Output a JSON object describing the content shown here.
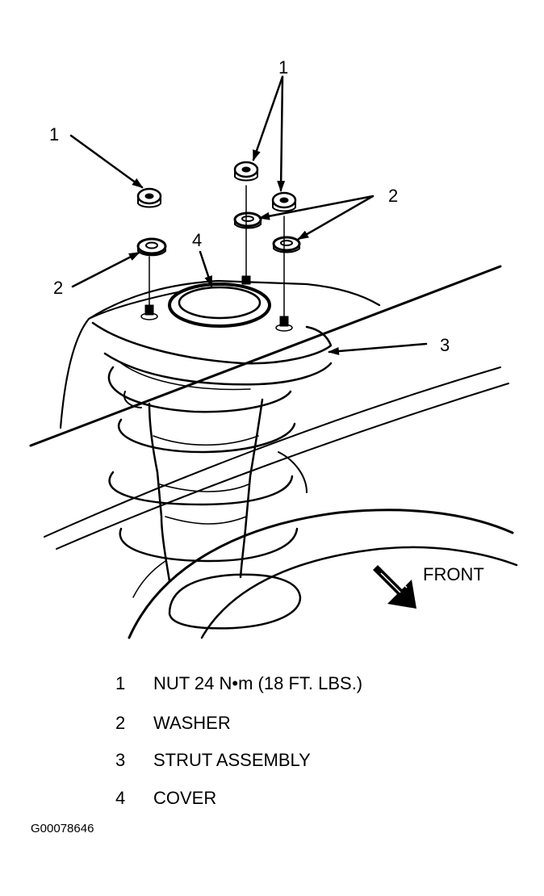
{
  "callouts": {
    "nut_left": "1",
    "nut_top": "1",
    "washer_left": "2",
    "washer_right": "2",
    "strut": "3",
    "cover": "4"
  },
  "front_label": "FRONT",
  "legend": [
    {
      "number": "1",
      "text": "NUT 24 N•m (18 FT. LBS.)"
    },
    {
      "number": "2",
      "text": "WASHER"
    },
    {
      "number": "3",
      "text": "STRUT ASSEMBLY"
    },
    {
      "number": "4",
      "text": "COVER"
    }
  ],
  "figure_id": "G00078646"
}
